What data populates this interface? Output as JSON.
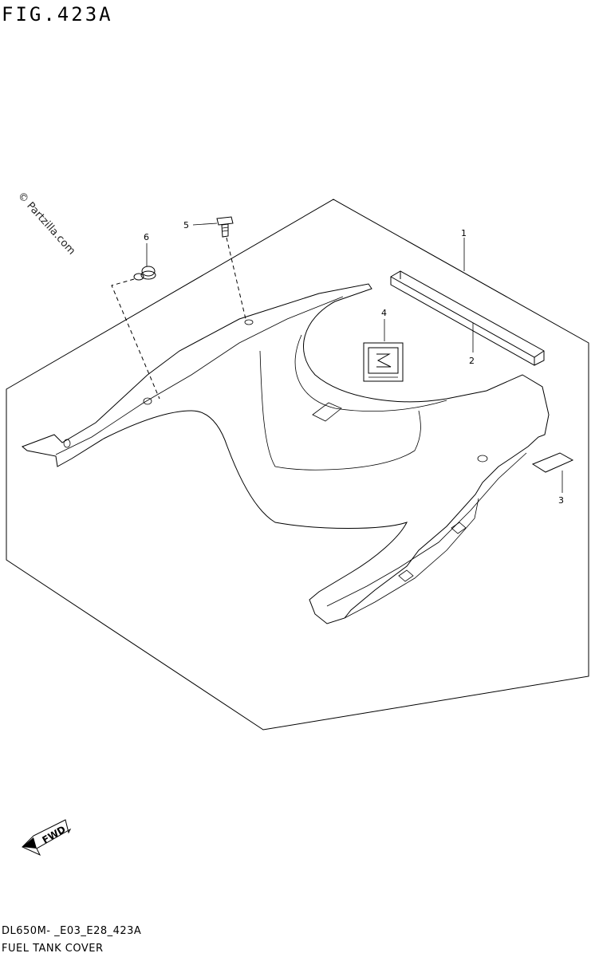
{
  "figure_label": "FIG.423A",
  "watermark": "© Partzilla.com",
  "callouts": {
    "c1": "1",
    "c2": "2",
    "c3": "3",
    "c4": "4",
    "c5": "5",
    "c6": "6"
  },
  "forward_arrow_label": "FWD",
  "footer": {
    "code": "DL650M- _E03_E28_423A",
    "name": "FUEL TANK COVER"
  }
}
